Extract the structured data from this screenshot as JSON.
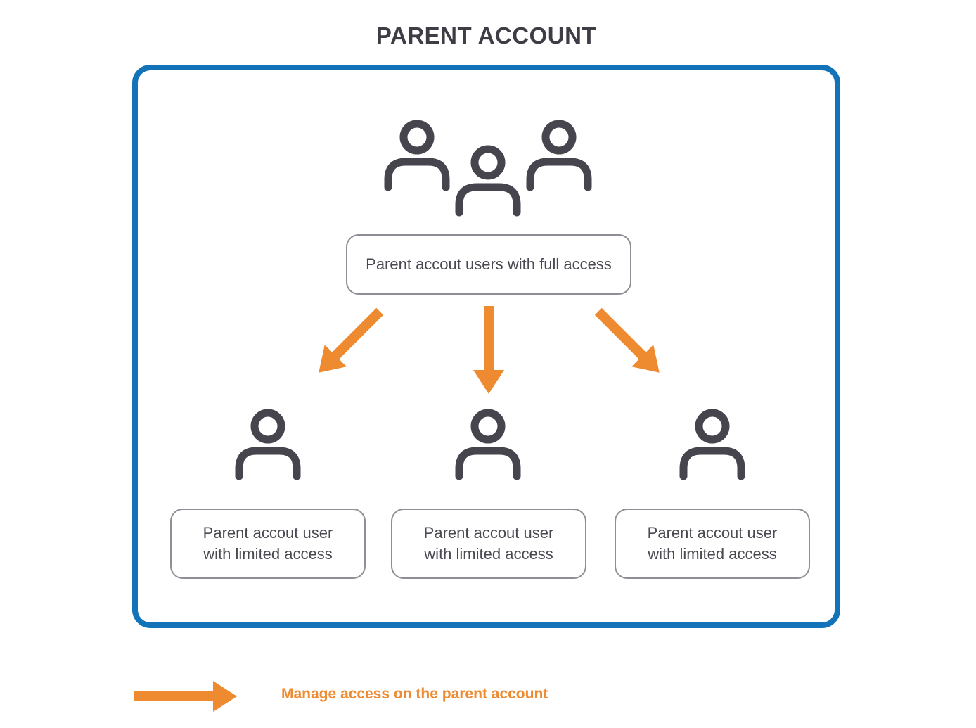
{
  "page": {
    "title": "PARENT ACCOUNT"
  },
  "colors": {
    "accent_blue": "#1273b8",
    "accent_orange": "#ee8a30",
    "icon_dark": "#46454e",
    "box_border": "#8e8e96",
    "text_dark": "#4a4952"
  },
  "nodes": {
    "full_access": {
      "icon": "users-group-icon",
      "label": "Parent accout users with full access"
    },
    "limited": [
      {
        "icon": "user-icon",
        "lines": [
          "Parent accout user",
          "with limited access"
        ]
      },
      {
        "icon": "user-icon",
        "lines": [
          "Parent accout user",
          "with limited access"
        ]
      },
      {
        "icon": "user-icon",
        "lines": [
          "Parent accout user",
          "with limited access"
        ]
      }
    ]
  },
  "legend": {
    "symbol": "right-arrow",
    "label": "Manage access on the parent account"
  }
}
